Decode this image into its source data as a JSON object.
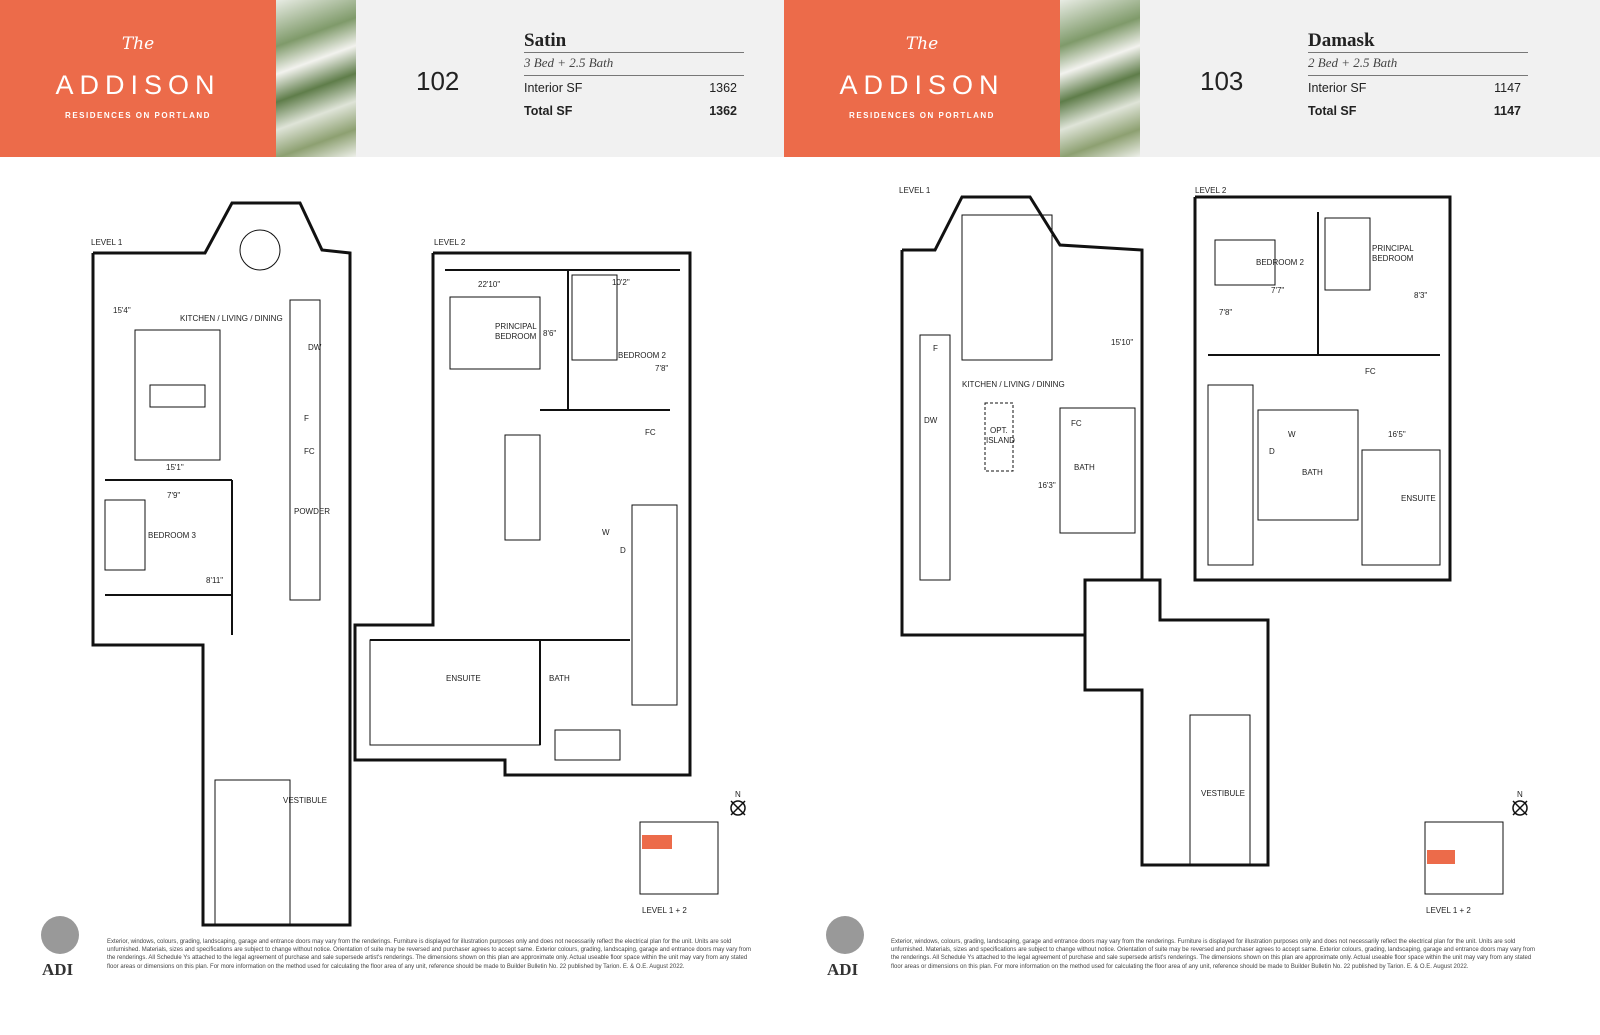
{
  "brand": {
    "the": "The",
    "name": "ADDISON",
    "sub": "RESIDENCES ON PORTLAND",
    "logo": "ADI"
  },
  "colors": {
    "accent": "#EC6B4A",
    "header_bg": "#f1f1f1"
  },
  "units": [
    {
      "number": "102",
      "model": "Satin",
      "beds_baths": "3 Bed + 2.5 Bath",
      "interior_label": "Interior SF",
      "interior": "1362",
      "total_label": "Total SF",
      "total": "1362",
      "labels": [
        "LEVEL 1",
        "KITCHEN / LIVING / DINING",
        "15'4\"",
        "15'1\"",
        "7'9\"",
        "BEDROOM 3",
        "8'11\"",
        "DW",
        "F",
        "FC",
        "POWDER",
        "VESTIBULE",
        "LEVEL 2",
        "22'10\"",
        "10'2\"",
        "PRINCIPAL",
        "BEDROOM",
        "8'6\"",
        "BEDROOM 2",
        "7'8\"",
        "FC",
        "ENSUITE",
        "BATH",
        "W",
        "D"
      ],
      "keyplan": "LEVEL 1 + 2",
      "north": "N"
    },
    {
      "number": "103",
      "model": "Damask",
      "beds_baths": "2 Bed + 2.5 Bath",
      "interior_label": "Interior SF",
      "interior": "1147",
      "total_label": "Total SF",
      "total": "1147",
      "labels": [
        "LEVEL 1",
        "LEVEL 2",
        "KITCHEN / LIVING / DINING",
        "OPT.",
        "ISLAND",
        "F",
        "DW",
        "15'10\"",
        "FC",
        "BATH",
        "16'3\"",
        "BEDROOM 2",
        "7'7\"",
        "PRINCIPAL",
        "BEDROOM",
        "8'3\"",
        "7'8\"",
        "FC",
        "16'5\"",
        "BATH",
        "ENSUITE",
        "VESTIBULE",
        "W",
        "D"
      ],
      "keyplan": "LEVEL 1 + 2",
      "north": "N"
    }
  ],
  "disclaimer": "Exterior, windows, colours, grading, landscaping, garage and entrance doors may vary from the renderings. Furniture is displayed for illustration purposes only and does not necessarily reflect the electrical plan for the unit. Units are sold unfurnished. Materials, sizes and specifications are subject to change without notice. Orientation of suite may be reversed and purchaser agrees to accept same. Exterior colours, grading, landscaping, garage and entrance doors may vary from the renderings. All Schedule Ys attached to the legal agreement of purchase and sale supersede artist's renderings. The dimensions shown on this plan are approximate only. Actual useable floor space within the unit may vary from any stated floor areas or dimensions on this plan. For more information on the method used for calculating the floor area of any unit, reference should be made to Builder Bulletin No. 22 published by Tarion. E. & O.E. August 2022."
}
